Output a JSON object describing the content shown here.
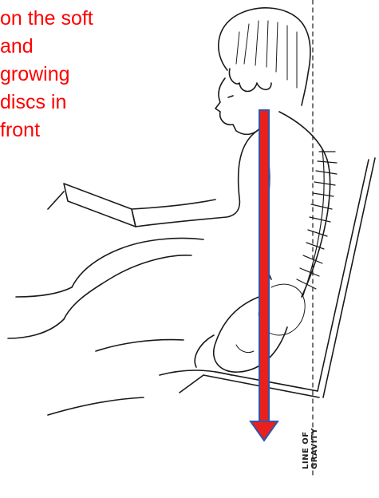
{
  "caption": {
    "lines": [
      "on the soft",
      "and",
      "growing",
      "discs in",
      "front"
    ],
    "color": "#ff0000"
  },
  "figure": {
    "subject": "seated child slumping in a reclined chair, spine drawing with line of gravity",
    "gravity_label": {
      "line1": "LINE OF",
      "line2": "GRAVITY"
    },
    "arrow": {
      "fill": "#e8201e",
      "outline": "#3355aa",
      "direction": "down"
    }
  },
  "icons": [
    "figure-illustration",
    "gravity-arrow-icon"
  ]
}
